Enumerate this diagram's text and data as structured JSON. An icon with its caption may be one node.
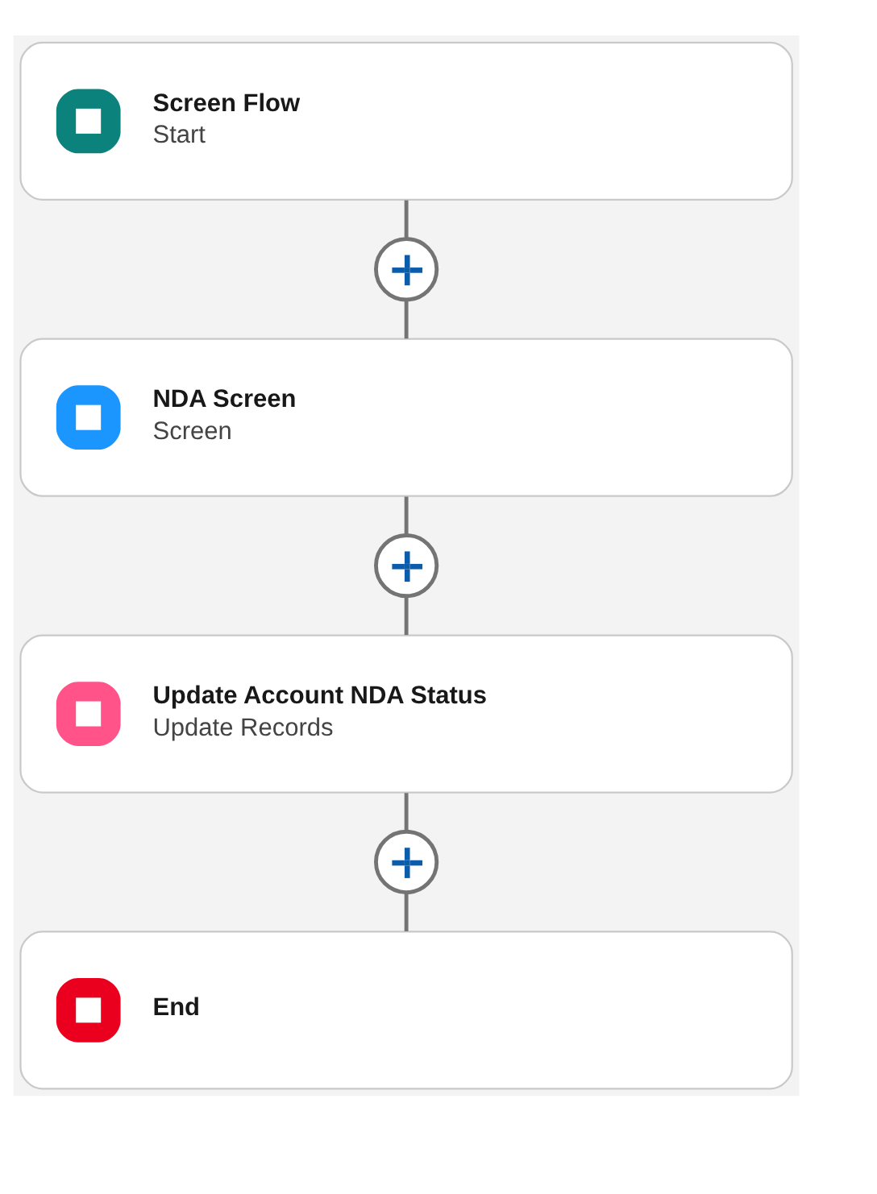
{
  "diagram": {
    "nodes": [
      {
        "text": [
          "Screen Flow",
          "Start"
        ]
      },
      {
        "text": [],
        "shape": "circle"
      },
      {
        "text": [
          "NDA Screen",
          "Screen"
        ]
      },
      {
        "text": [],
        "shape": "circle"
      },
      {
        "text": [
          "Update Account NDA Status",
          "Update Records"
        ]
      },
      {
        "text": [],
        "shape": "circle"
      },
      {
        "text": [
          "End"
        ]
      }
    ],
    "edges": [
      {
        "from": 0,
        "to": 1,
        "arrow": "none"
      },
      {
        "from": 1,
        "to": 2,
        "arrow": "none"
      },
      {
        "from": 2,
        "to": 3,
        "arrow": "none"
      },
      {
        "from": 3,
        "to": 4,
        "arrow": "none"
      },
      {
        "from": 4,
        "to": 5,
        "arrow": "none"
      },
      {
        "from": 5,
        "to": 6,
        "arrow": "none"
      }
    ]
  }
}
